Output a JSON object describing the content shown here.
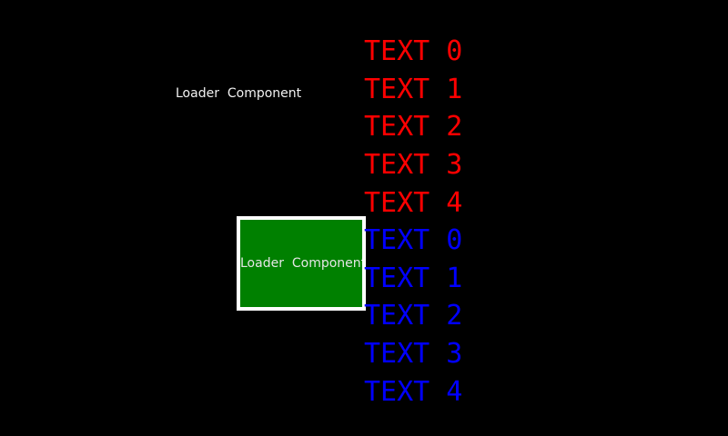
{
  "screen": {
    "background": "#000000"
  },
  "loader_label": {
    "text": "Loader  Component",
    "color": "#f2f2f2"
  },
  "loader_box": {
    "label": "Loader  Component",
    "fill": "#008000",
    "border_color": "#ffffff",
    "label_color": "#e6e6e6"
  },
  "text_list": {
    "items": [
      {
        "label": "TEXT 0",
        "color": "#ff0000"
      },
      {
        "label": "TEXT 1",
        "color": "#ff0000"
      },
      {
        "label": "TEXT 2",
        "color": "#ff0000"
      },
      {
        "label": "TEXT 3",
        "color": "#ff0000"
      },
      {
        "label": "TEXT 4",
        "color": "#ff0000"
      },
      {
        "label": "TEXT 0",
        "color": "#0000ff"
      },
      {
        "label": "TEXT 1",
        "color": "#0000ff"
      },
      {
        "label": "TEXT 2",
        "color": "#0000ff"
      },
      {
        "label": "TEXT 3",
        "color": "#0000ff"
      },
      {
        "label": "TEXT 4",
        "color": "#0000ff"
      }
    ]
  }
}
